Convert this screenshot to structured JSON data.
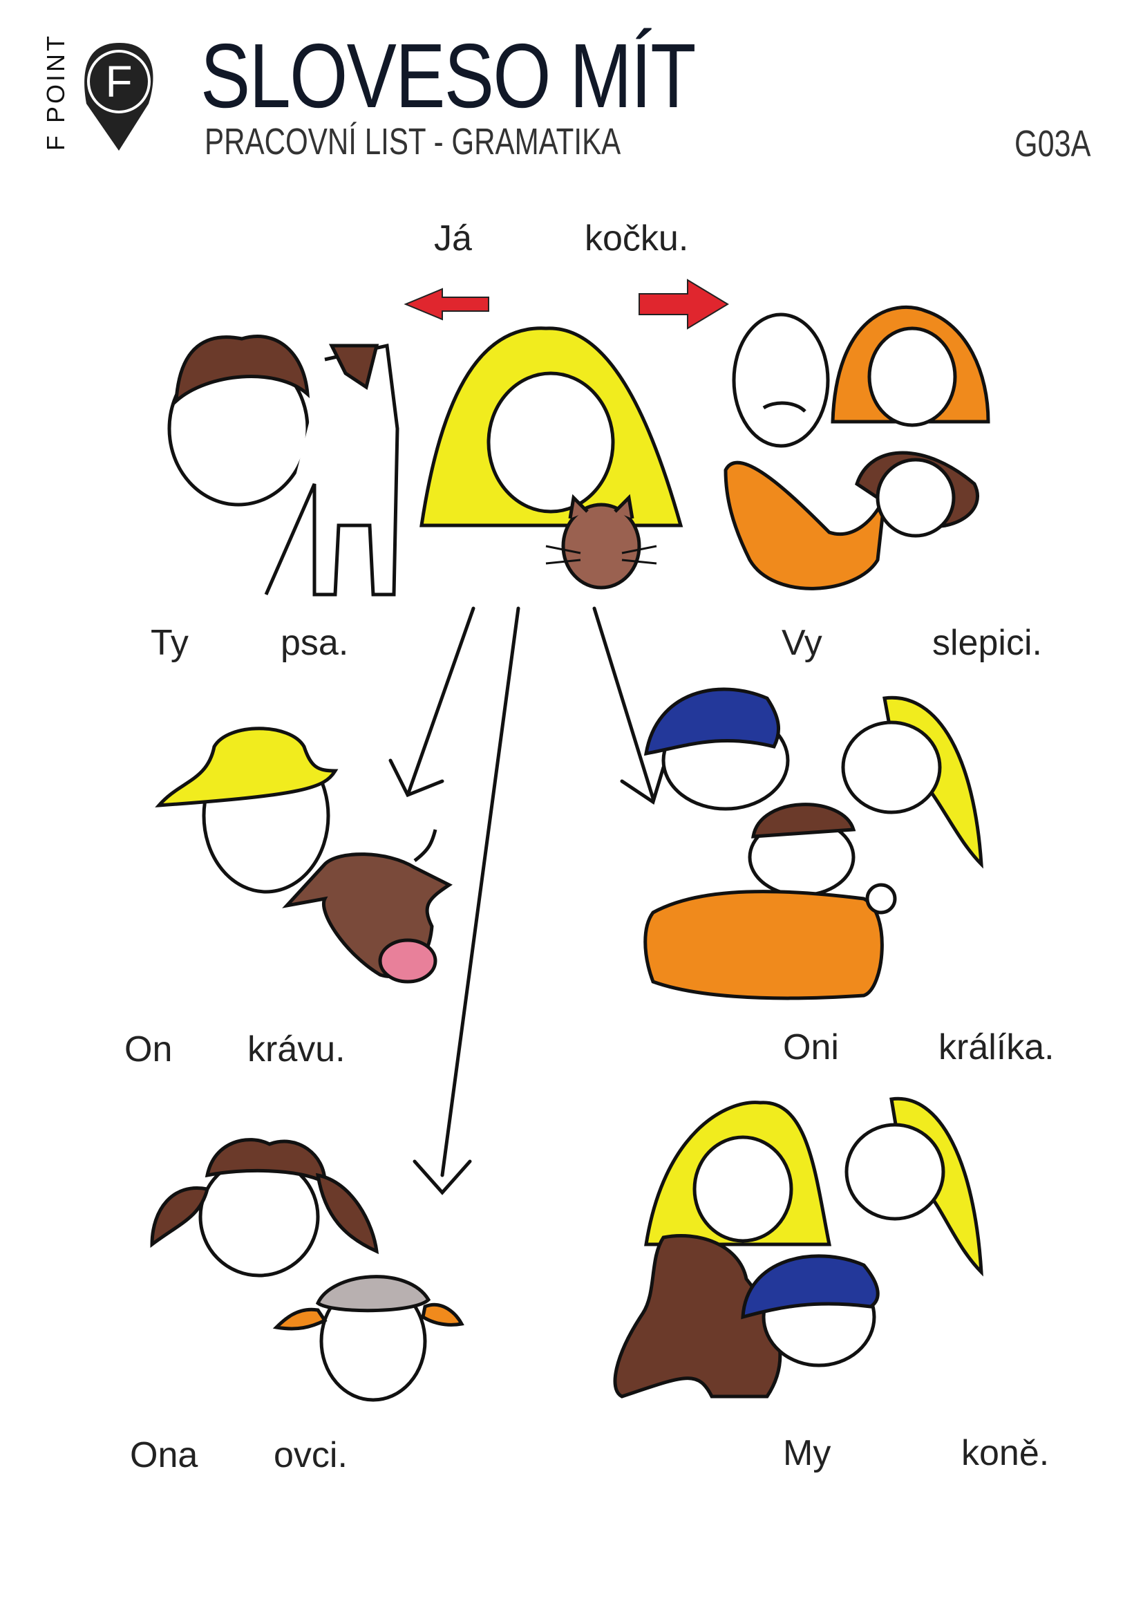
{
  "header": {
    "brand": "F POINT",
    "logo_letter": "F",
    "title": "SLOVESO MÍT",
    "subtitle": "PRACOVNÍ LIST - GRAMATIKA",
    "code": "G03A"
  },
  "sentences": [
    {
      "subject": "Já",
      "object": "kočku."
    },
    {
      "subject": "Ty",
      "object": "psa."
    },
    {
      "subject": "Vy",
      "object": "slepici."
    },
    {
      "subject": "On",
      "object": "krávu."
    },
    {
      "subject": "Oni",
      "object": "králíka."
    },
    {
      "subject": "Ona",
      "object": "ovci."
    },
    {
      "subject": "My",
      "object": "koně."
    }
  ],
  "colors": {
    "arrow_red": "#e0262e",
    "hair_yellow": "#f1ec1e",
    "brown": "#6e3b2c",
    "orange": "#f08a1c",
    "blue": "#23389a"
  }
}
